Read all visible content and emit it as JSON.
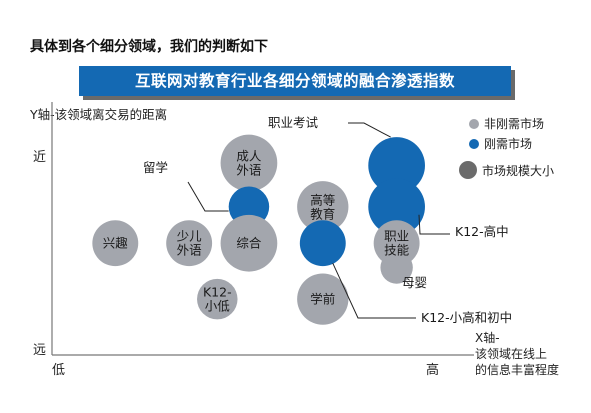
{
  "headline": "具体到各个细分领域，我们的判断如下",
  "chart_data": {
    "type": "scatter",
    "title": "互联网对教育行业各细分领域的融合渗透指数",
    "ylabel": "Y轴-该领域离交易的距离",
    "xlabel_lines": [
      "X轴-",
      "该领域在线上",
      "的信息丰富程度"
    ],
    "y_ticks": {
      "near": "近",
      "far": "远"
    },
    "x_ticks": {
      "low": "低",
      "high": "高"
    },
    "colors": {
      "non_essential": "#a3a6ad",
      "essential": "#1469b3"
    },
    "legend": [
      {
        "label": "非刚需市场",
        "color": "#a3a6ad",
        "kind": "category"
      },
      {
        "label": "刚需市场",
        "color": "#1469b3",
        "kind": "category"
      },
      {
        "label": "市场规模大小",
        "color": "#6b6b6b",
        "kind": "size"
      }
    ],
    "points": [
      {
        "name": "兴趣",
        "lines": [
          "兴趣"
        ],
        "x": 1.8,
        "y": 4.6,
        "size": 0.85,
        "group": "non_essential"
      },
      {
        "name": "少儿外语",
        "lines": [
          "少儿",
          "外语"
        ],
        "x": 3.9,
        "y": 4.6,
        "size": 0.85,
        "group": "non_essential"
      },
      {
        "name": "K12-小低",
        "lines": [
          "K12-",
          "小低"
        ],
        "x": 4.7,
        "y": 2.3,
        "size": 0.75,
        "group": "non_essential"
      },
      {
        "name": "成人外语",
        "lines": [
          "成人",
          "外语"
        ],
        "x": 5.6,
        "y": 7.9,
        "size": 1.05,
        "group": "non_essential"
      },
      {
        "name": "留学",
        "lines": [],
        "x": 5.6,
        "y": 6.1,
        "size": 0.75,
        "group": "essential"
      },
      {
        "name": "综合",
        "lines": [
          "综合"
        ],
        "x": 5.6,
        "y": 4.6,
        "size": 1.05,
        "group": "non_essential"
      },
      {
        "name": "高等教育",
        "lines": [
          "高等",
          "教育"
        ],
        "x": 7.7,
        "y": 6.1,
        "size": 0.95,
        "group": "non_essential"
      },
      {
        "name": "K12-小高和初中",
        "lines": [],
        "x": 7.7,
        "y": 4.6,
        "size": 0.85,
        "group": "essential"
      },
      {
        "name": "学前",
        "lines": [
          "学前"
        ],
        "x": 7.7,
        "y": 2.3,
        "size": 0.95,
        "group": "non_essential"
      },
      {
        "name": "职业考试",
        "lines": [],
        "x": 9.8,
        "y": 7.8,
        "size": 1.05,
        "group": "essential"
      },
      {
        "name": "K12-高中",
        "lines": [],
        "x": 9.8,
        "y": 6.1,
        "size": 1.05,
        "group": "essential"
      },
      {
        "name": "职业技能",
        "lines": [
          "职业",
          "技能"
        ],
        "x": 9.8,
        "y": 4.6,
        "size": 0.85,
        "group": "non_essential"
      },
      {
        "name": "母婴",
        "lines": [],
        "x": 9.8,
        "y": 3.6,
        "size": 0.6,
        "group": "non_essential"
      }
    ],
    "callouts": [
      {
        "text": "留学",
        "target": "留学"
      },
      {
        "text": "职业考试",
        "target": "职业考试"
      },
      {
        "text": "K12-高中",
        "target": "K12-高中"
      },
      {
        "text": "母婴",
        "target": "母婴"
      },
      {
        "text": "K12-小高和初中",
        "target": "K12-小高和初中"
      }
    ],
    "xlim": [
      0,
      12
    ],
    "ylim": [
      0,
      10
    ],
    "grid": false
  }
}
